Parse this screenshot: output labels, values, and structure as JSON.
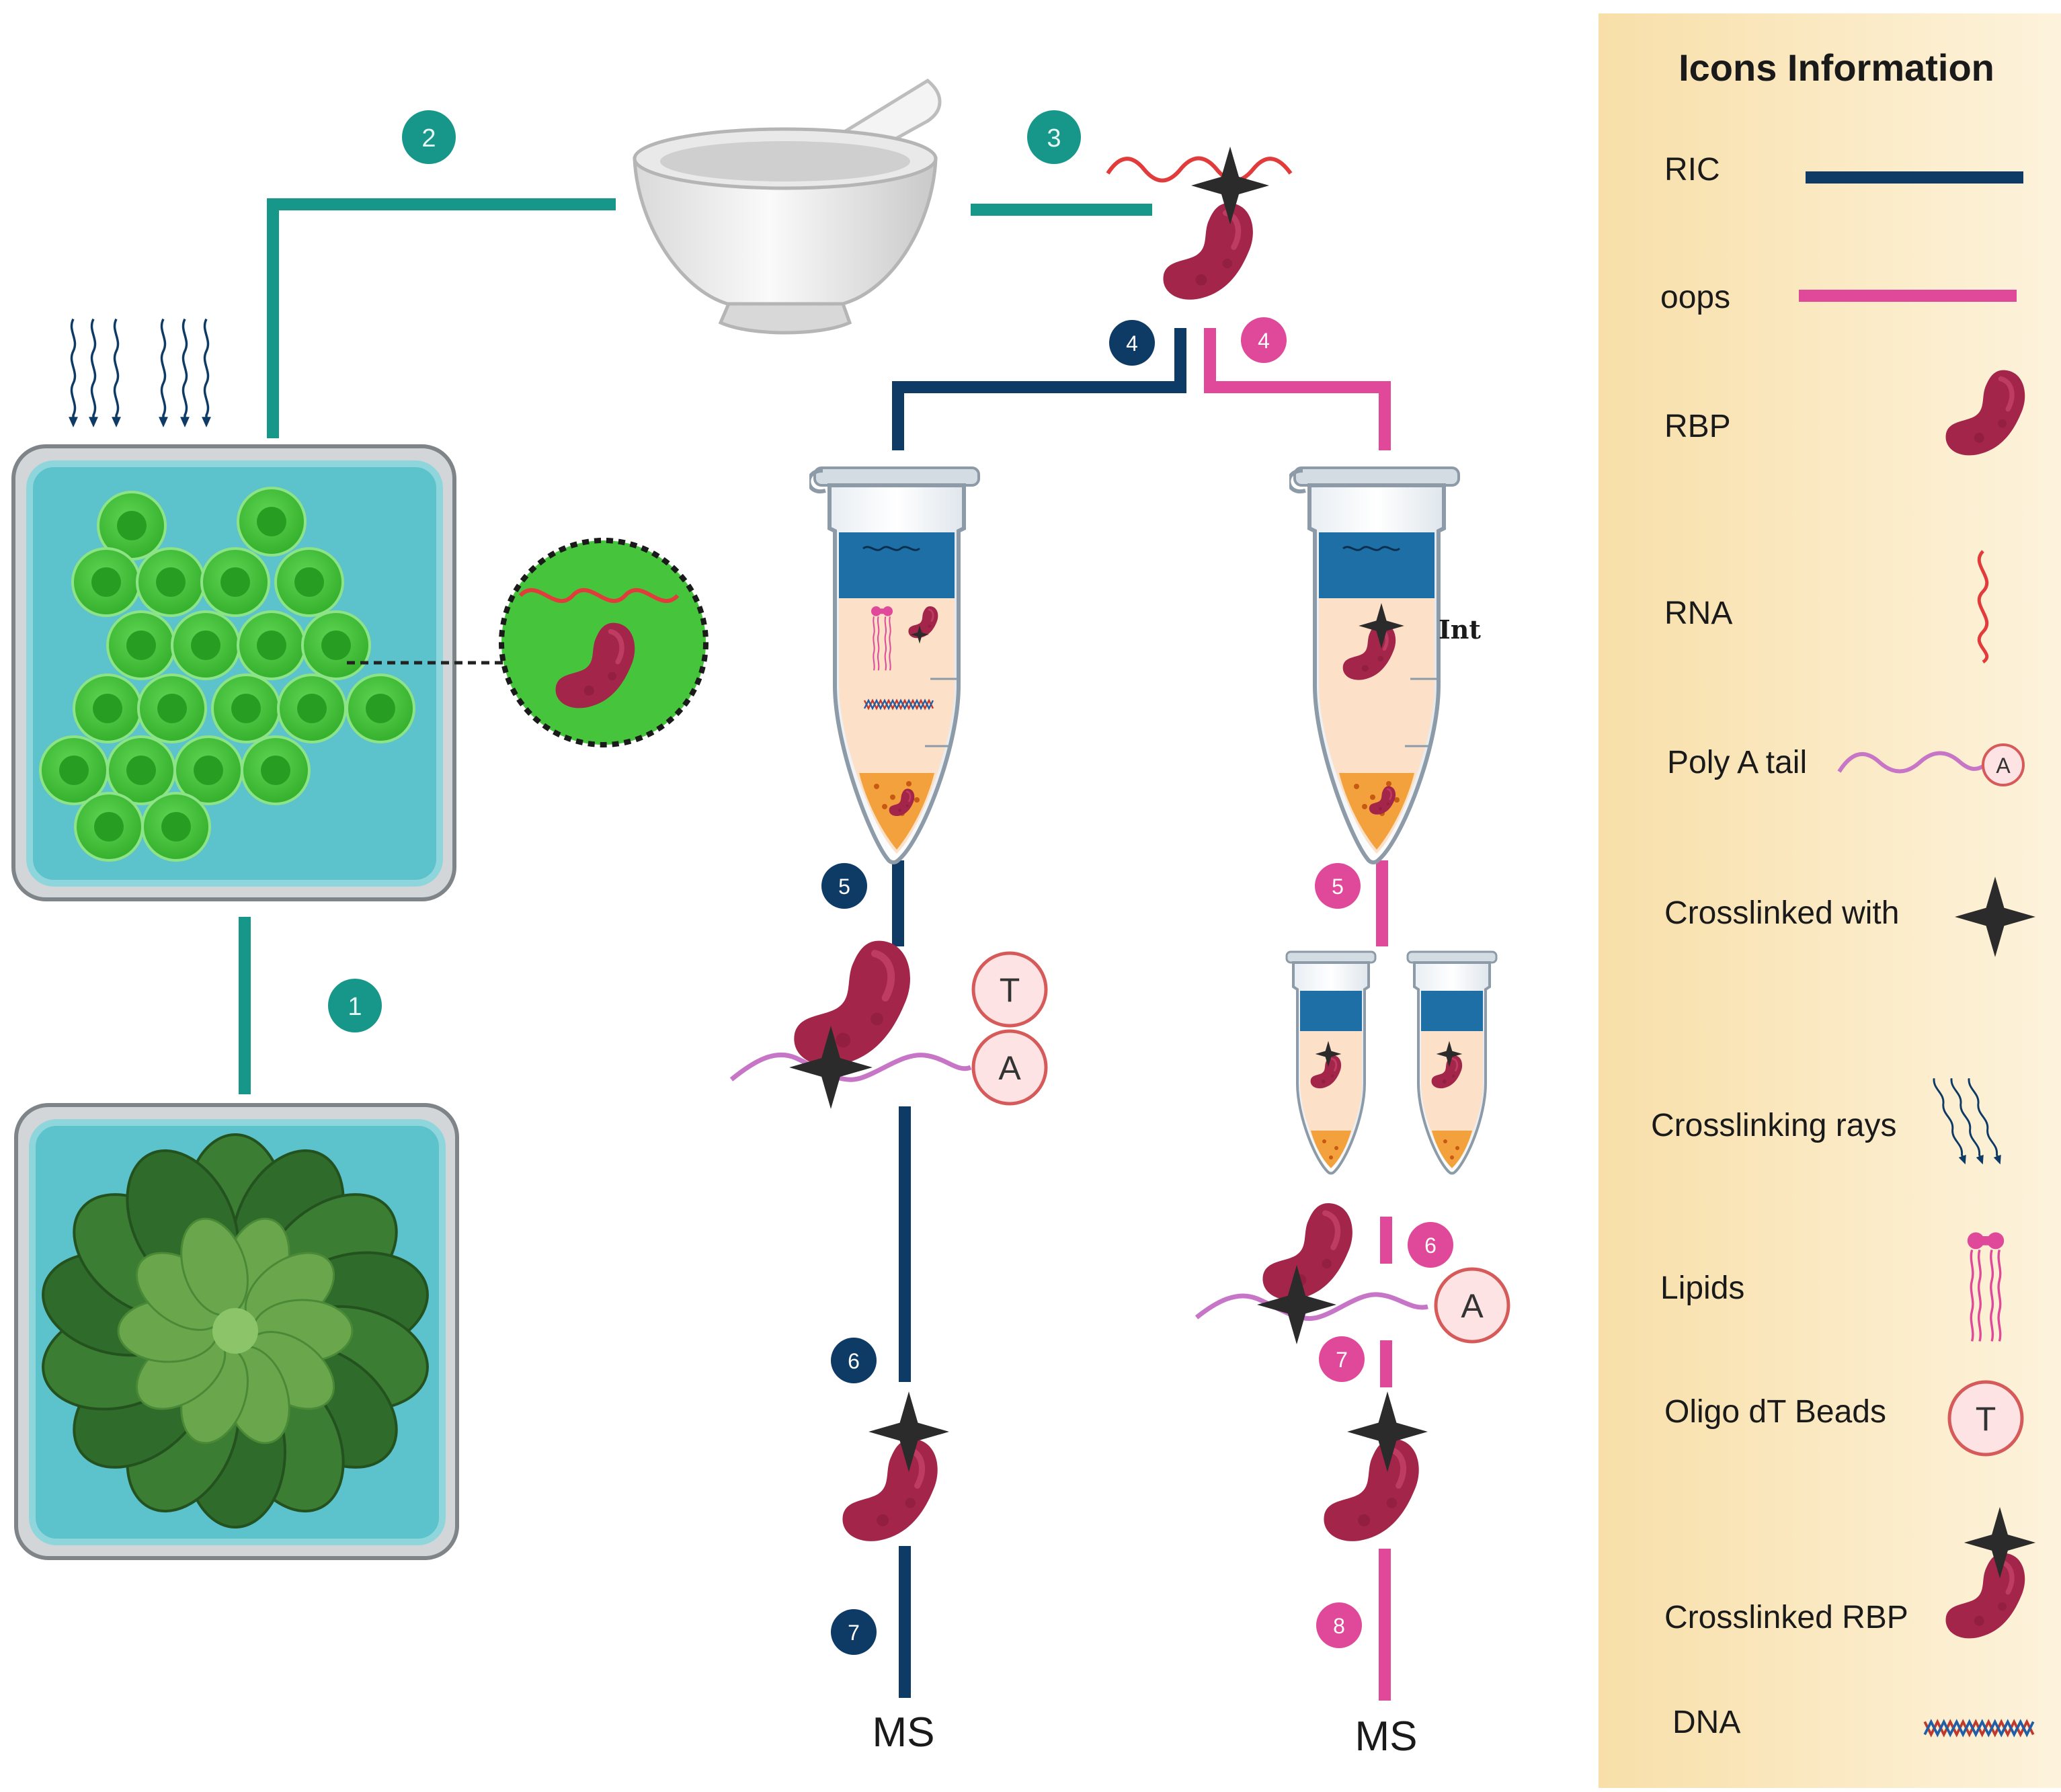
{
  "legend": {
    "title": "Icons Information",
    "items": [
      {
        "label": "RIC",
        "color": "#0e3a66"
      },
      {
        "label": "oops",
        "color": "#e0489a"
      },
      {
        "label": "RBP"
      },
      {
        "label": "RNA"
      },
      {
        "label": "Poly A tail"
      },
      {
        "label": "Crosslinked with"
      },
      {
        "label": "Crosslinking rays"
      },
      {
        "label": "Lipids"
      },
      {
        "label": "Oligo dT Beads"
      },
      {
        "label": "Crosslinked RBP"
      },
      {
        "label": "DNA"
      }
    ],
    "bead_t": "T",
    "bead_a": "A"
  },
  "steps": {
    "teal": [
      "1",
      "2",
      "3"
    ],
    "ric": [
      "4",
      "5",
      "6",
      "7"
    ],
    "oops": [
      "4",
      "5",
      "6",
      "7",
      "8"
    ]
  },
  "beads": {
    "t": "T",
    "a": "A"
  },
  "tube_label": "Int",
  "outputs": {
    "ric": "MS",
    "oops": "MS"
  },
  "colors": {
    "teal": "#17968a",
    "ric": "#0e3a66",
    "oops": "#e0489a",
    "rbp": "#a3264a",
    "rna": "#e23b3b",
    "polya": "#c775c6",
    "cell": "#46c43c",
    "dish": "#5cc2cb",
    "legend_bg": "#fbe7bd"
  }
}
